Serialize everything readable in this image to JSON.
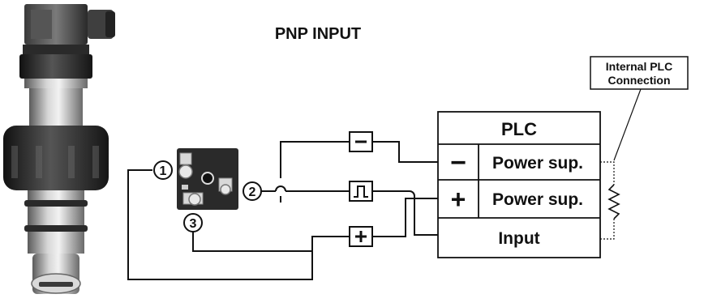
{
  "diagram": {
    "title": "PNP INPUT",
    "internal_plc_label": {
      "line1": "Internal PLC",
      "line2": "Connection"
    },
    "plc": {
      "title": "PLC",
      "rows": [
        {
          "symbol": "−",
          "label": "Power sup."
        },
        {
          "symbol": "+",
          "label": "Power sup."
        },
        {
          "symbol": "",
          "label": "Input"
        }
      ]
    },
    "pins": [
      "1",
      "2",
      "3"
    ],
    "signal_symbols": {
      "negative": "−",
      "pulse": "pulse",
      "positive": "+"
    },
    "colors": {
      "line": "#111111",
      "background": "#ffffff",
      "sensor_body": "#8f8f8f",
      "sensor_dark": "#2b2b2b"
    }
  }
}
